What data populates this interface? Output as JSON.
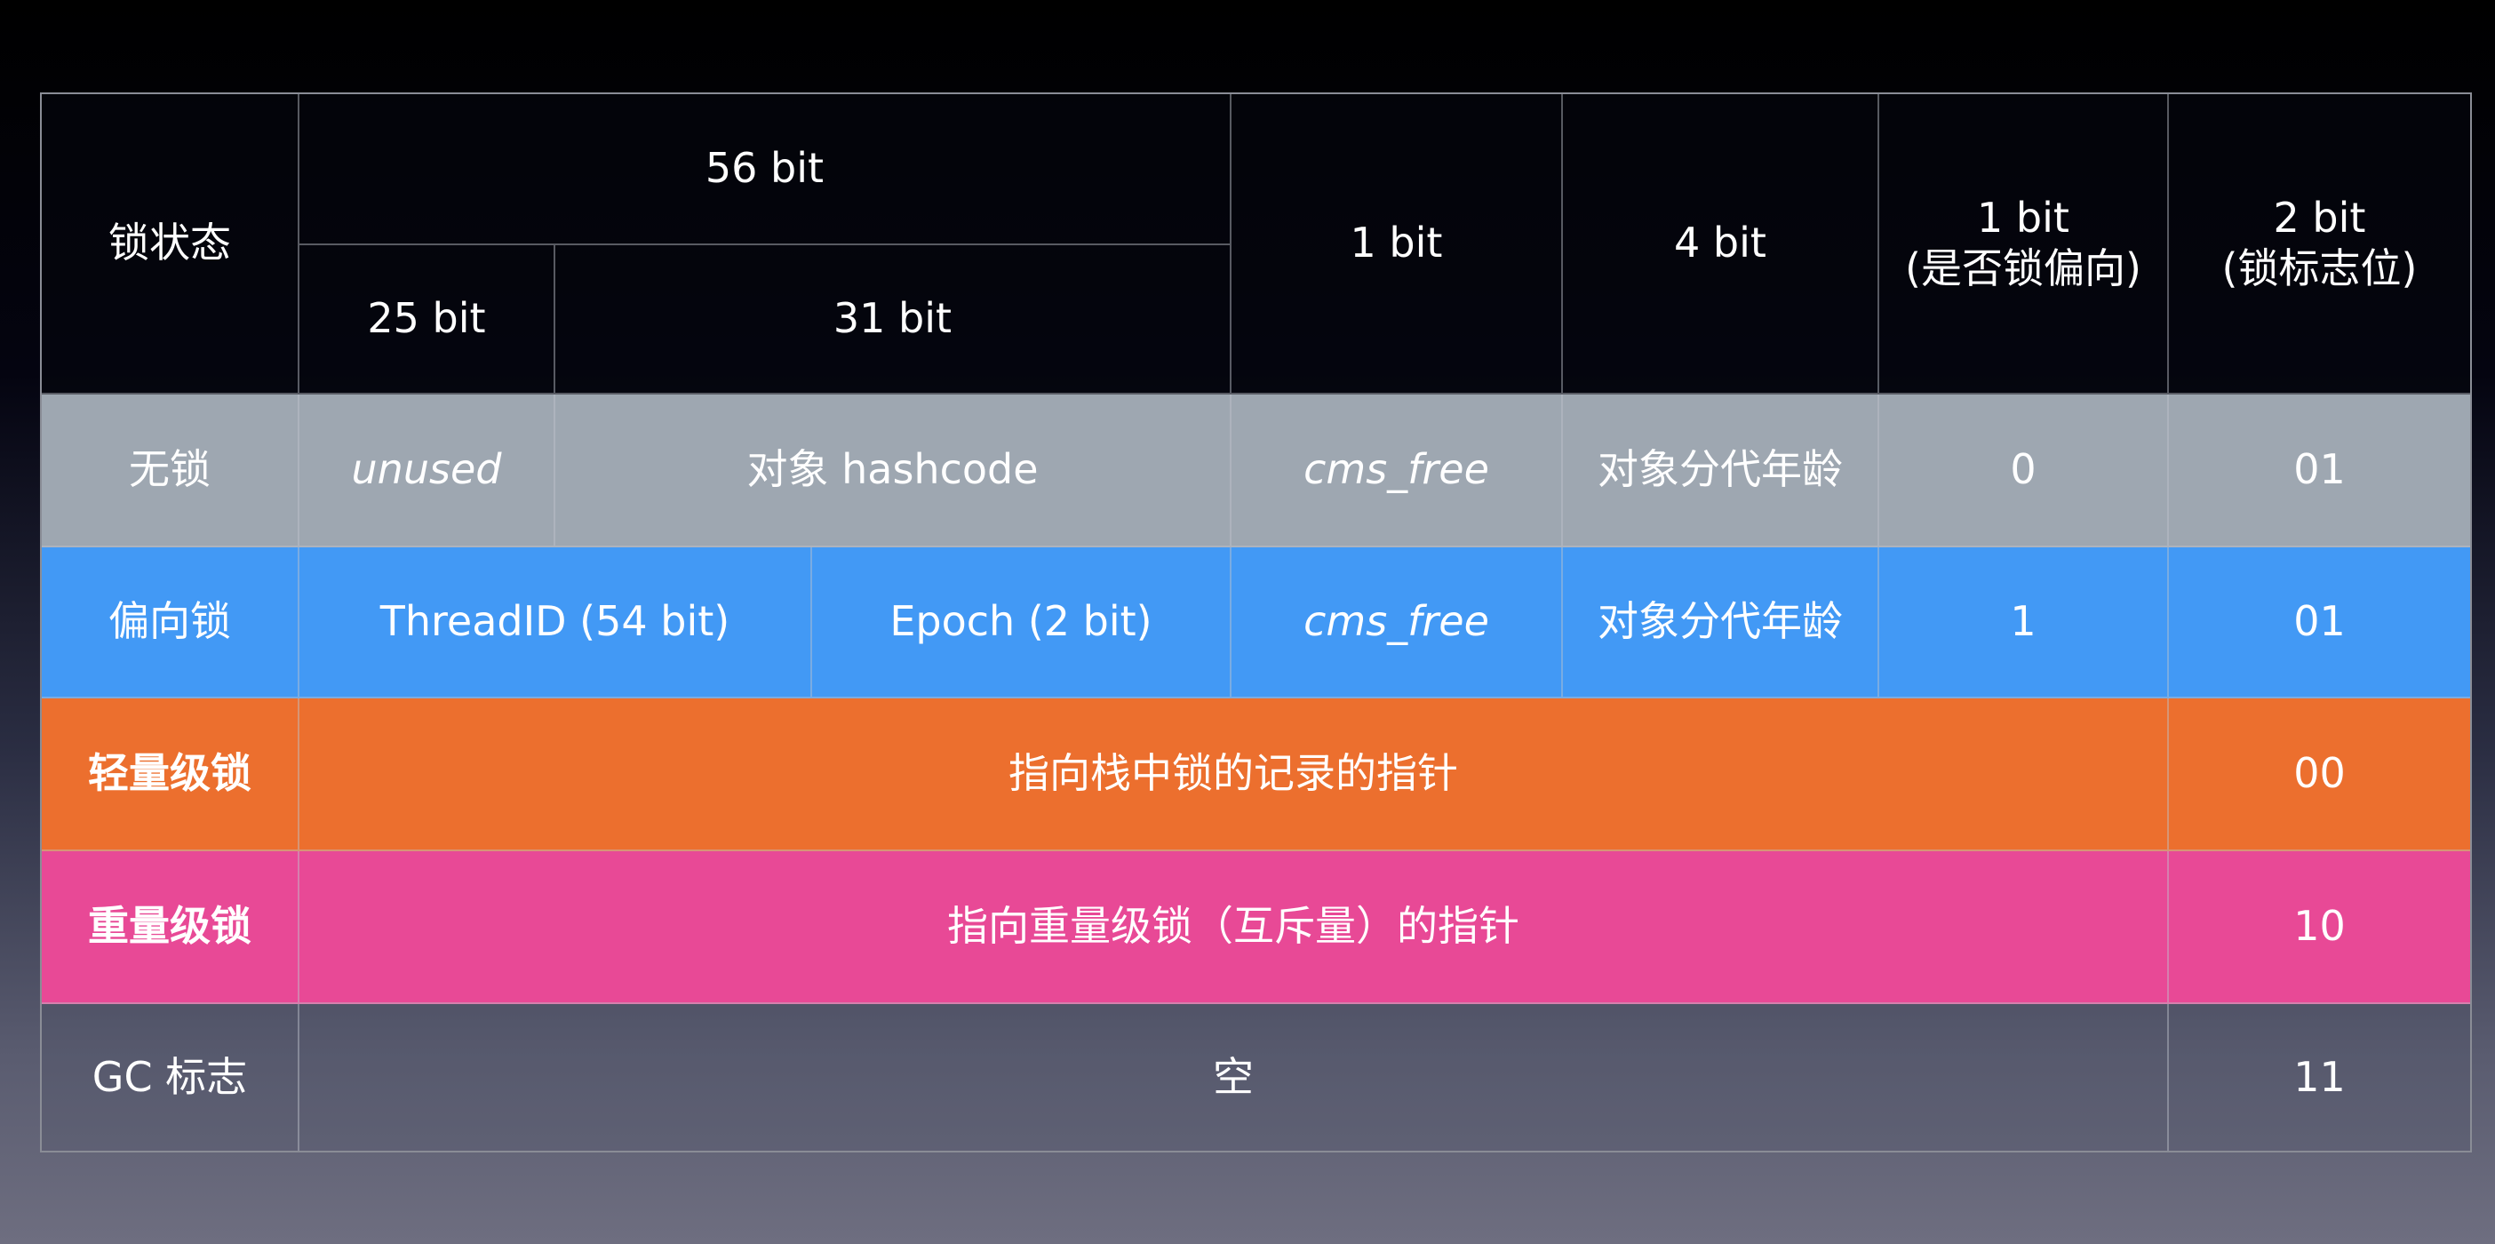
{
  "colors": {
    "header_bg": "#05060e",
    "unlocked": "#9ea7b1",
    "biased": "#4299f5",
    "lightweight": "#ec6f2e",
    "heavyweight": "#e84996",
    "gc": "transparent",
    "grid": "#8a8d96"
  },
  "header": {
    "lock_state": "锁状态",
    "bits_56": "56 bit",
    "bits_25": "25 bit",
    "bits_31": "31 bit",
    "bits_1": "1 bit",
    "bits_4": "4 bit",
    "biased_flag_bits": "1 bit",
    "biased_flag_label": "(是否锁偏向)",
    "lock_flag_bits": "2 bit",
    "lock_flag_label": "(锁标志位)"
  },
  "rows": [
    {
      "state": "无锁",
      "cells": [
        "unused",
        "对象 hashcode",
        "cms_free",
        "对象分代年龄",
        "0",
        "01"
      ]
    },
    {
      "state": "偏向锁",
      "cells": [
        "ThreadID (54 bit)",
        "Epoch (2 bit)",
        "cms_free",
        "对象分代年龄",
        "1",
        "01"
      ]
    },
    {
      "state": "轻量级锁",
      "content": "指向栈中锁的记录的指针",
      "flag": "00"
    },
    {
      "state": "重量级锁",
      "content": "指向重量级锁（互斥量）的指针",
      "flag": "10"
    },
    {
      "state": "GC 标志",
      "content": "空",
      "flag": "11"
    }
  ]
}
